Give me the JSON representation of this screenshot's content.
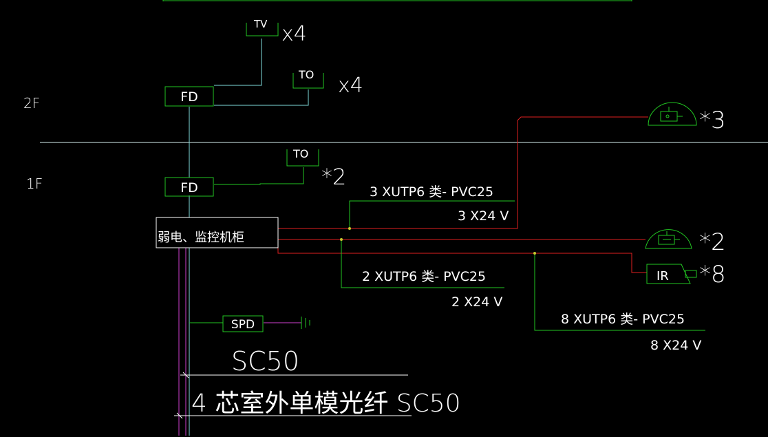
{
  "drawing": {
    "floor_labels": {
      "f2": "2F",
      "f1": "1F"
    },
    "equipment": {
      "fd_2f": "FD",
      "fd_1f": "FD",
      "cabinet": "弱电、监控机柜",
      "spd": "SPD",
      "tv_2f": "TV",
      "to_2f": "TO",
      "to_1f": "TO",
      "ir": "IR"
    },
    "quantities": {
      "tv_2f": "x4",
      "to_2f": "x4",
      "to_1f": "*2",
      "camera_2f": "*3",
      "camera_1f": "*2",
      "ir": "*8"
    },
    "cables": {
      "run_a_type": "3 XUTP6 类- PVC25",
      "run_a_power": "3 X24 V",
      "run_b_type": "2 XUTP6 类- PVC25",
      "run_b_power": "2 X24 V",
      "run_c_type": "8 XUTP6 类- PVC25",
      "run_c_power": "8 X24 V",
      "conduit": "SC50",
      "fiber": "4 芯室外单模光纤 SC50"
    },
    "colors": {
      "background": "#000000",
      "equipment": "#22c622",
      "riser": "#7fdcdc",
      "floor_line": "#d8f0f0",
      "camera_feed": "#e02020",
      "grounding": "#d040d0",
      "cabinet": "#ffffff",
      "text": "#ffffff"
    },
    "icons": [
      "camera-icon",
      "ir-camera-icon",
      "ground-icon"
    ]
  }
}
